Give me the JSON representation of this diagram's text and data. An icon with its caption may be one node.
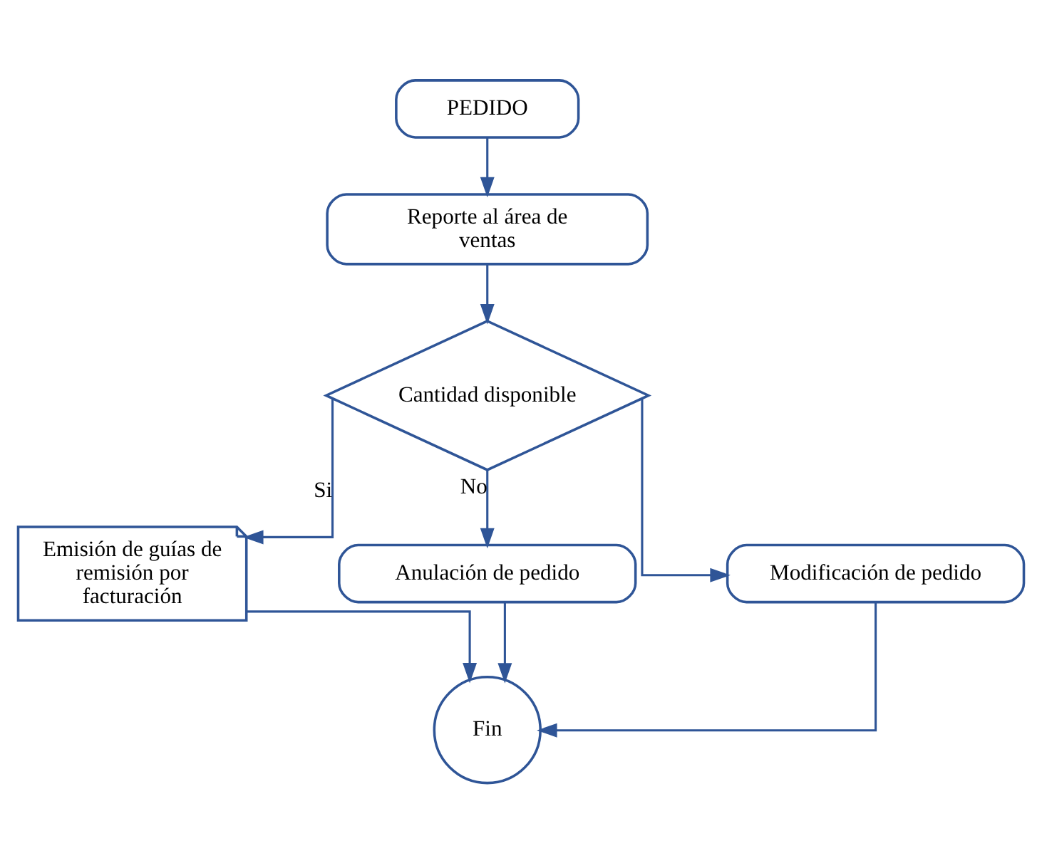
{
  "diagram": {
    "nodes": [
      {
        "text": [
          "PEDIDO"
        ]
      },
      {
        "text": [
          "Reporte al área de ventas"
        ]
      },
      {
        "text": [
          "Cantidad disponible"
        ]
      },
      {
        "text": [
          "Emisión de guías de remisión por facturación"
        ]
      },
      {
        "text": [
          "Anulación de pedido"
        ]
      },
      {
        "text": [
          "Modificación de pedido"
        ]
      },
      {
        "text": [
          "Fin"
        ]
      }
    ],
    "edges": [
      {
        "from": 0,
        "to": 1,
        "arrow": "to"
      },
      {
        "from": 1,
        "to": 2,
        "arrow": "to"
      },
      {
        "from": 2,
        "to": 3,
        "arrow": "to",
        "label": "Si"
      },
      {
        "from": 2,
        "to": 4,
        "arrow": "to",
        "label": "No"
      },
      {
        "from": 2,
        "to": 5,
        "arrow": "to"
      },
      {
        "from": 4,
        "to": 6,
        "arrow": "to"
      },
      {
        "from": 5,
        "to": 6,
        "arrow": "to"
      },
      {
        "from": 3,
        "to": 6,
        "arrow": "to"
      }
    ]
  }
}
